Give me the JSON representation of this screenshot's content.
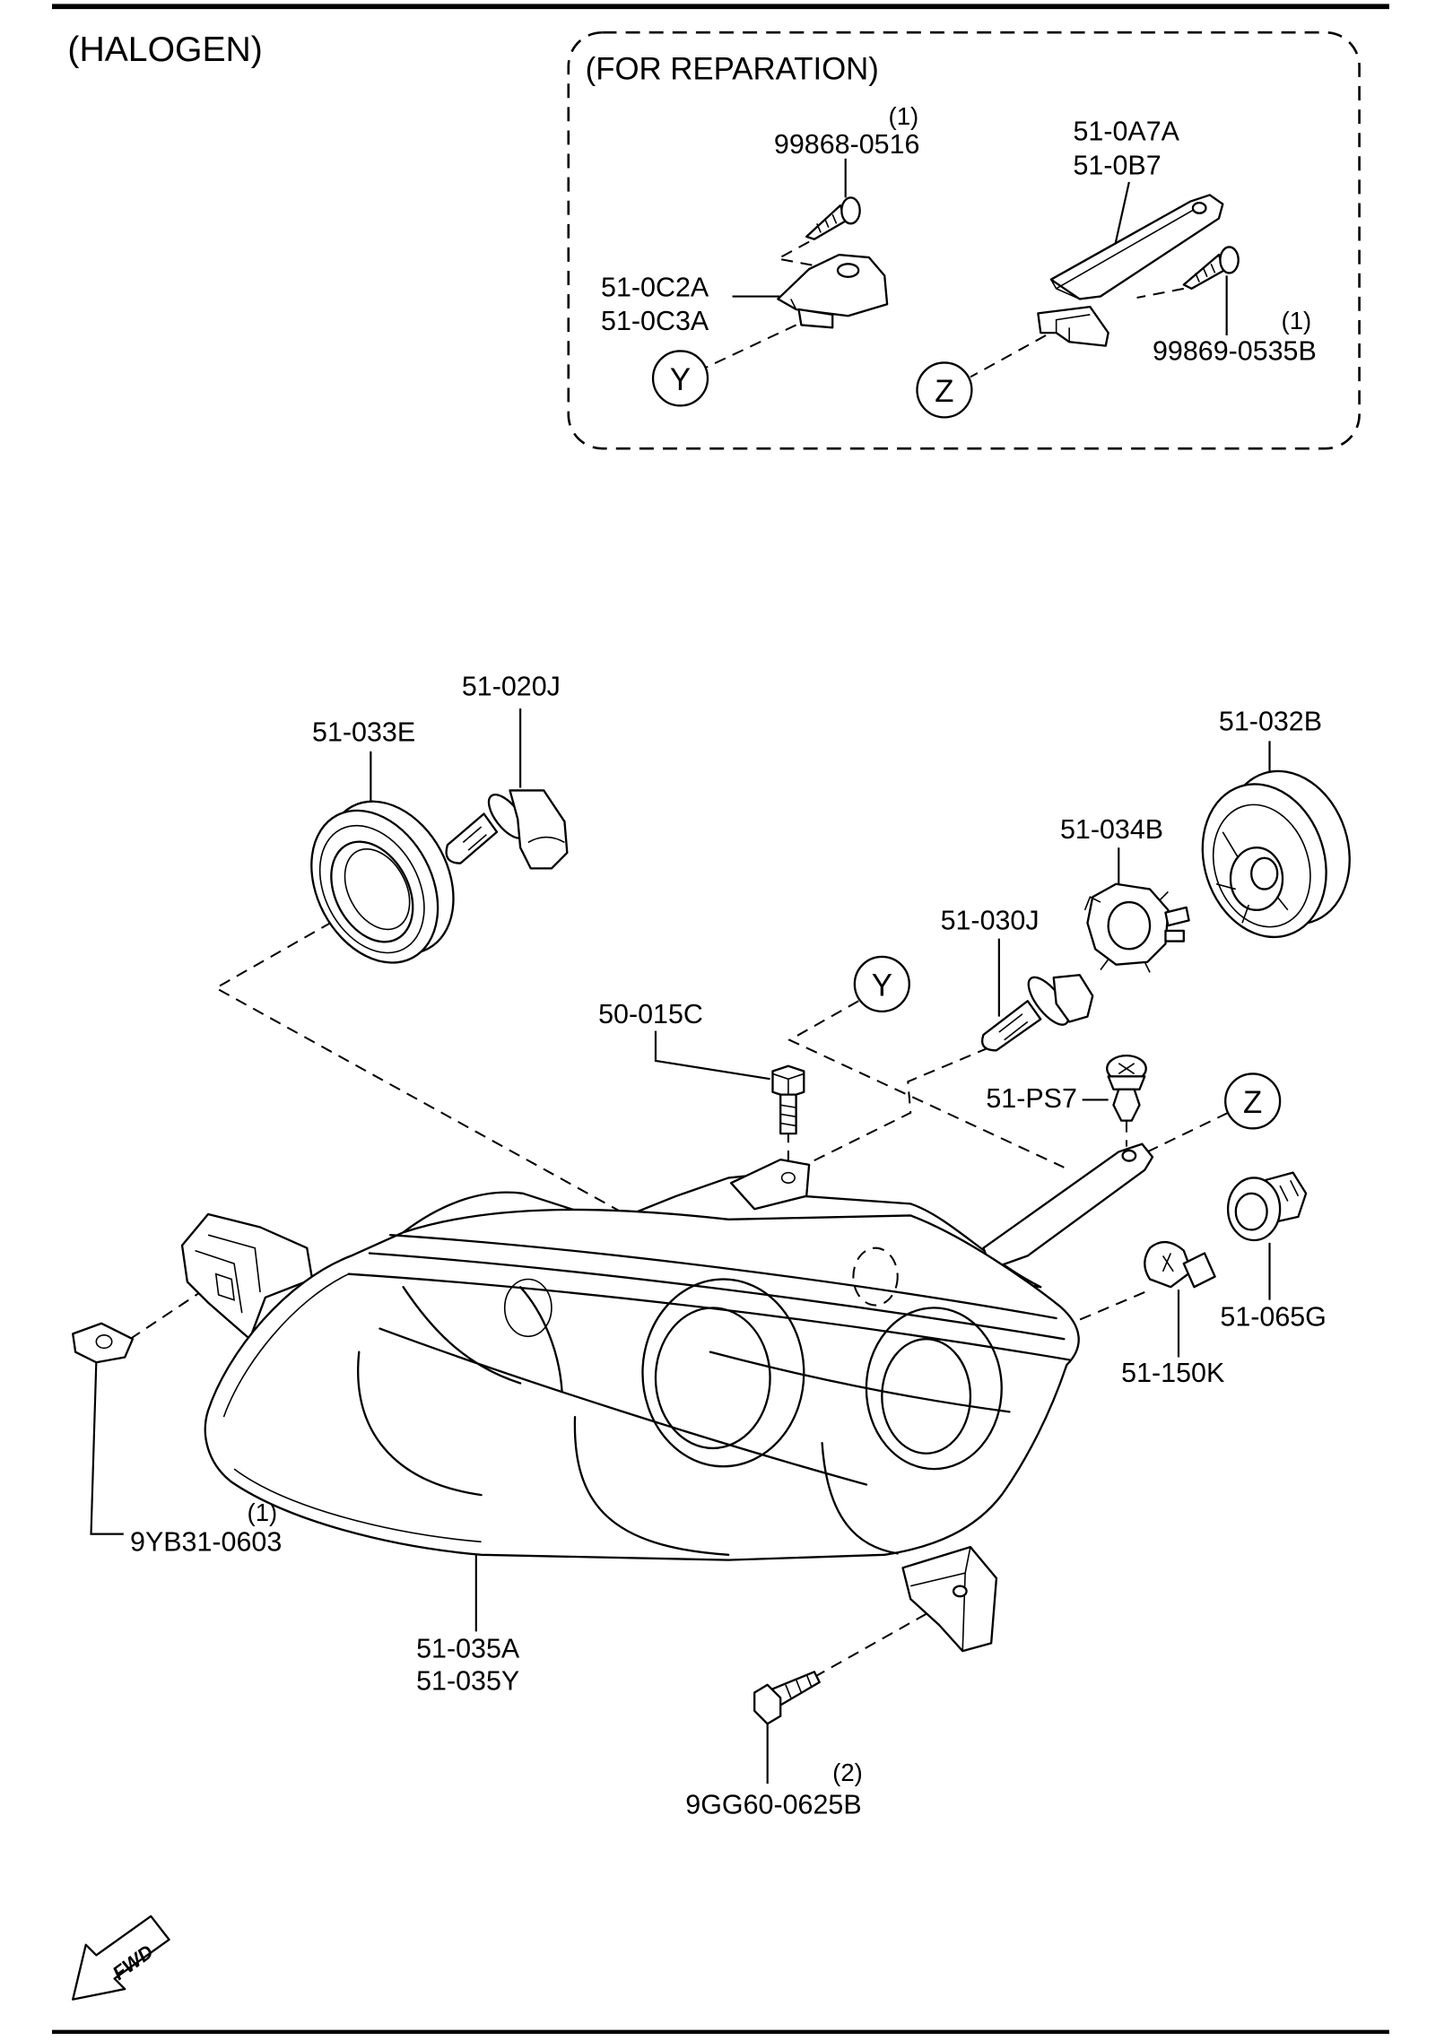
{
  "header": {
    "variant_label": "(HALOGEN)"
  },
  "kit": {
    "title": "(FOR REPARATION)",
    "screw_a": {
      "number": "99868-0516",
      "qty": "(1)"
    },
    "bracket_a": [
      "51-0C2A",
      "51-0C3A"
    ],
    "bracket_b": [
      "51-0A7A",
      "51-0B7"
    ],
    "screw_b": {
      "number": "99869-0535B",
      "qty": "(1)"
    },
    "callout_y": "Y",
    "callout_z": "Z"
  },
  "assembly": {
    "bulb_low": "51-020J",
    "seal": "51-033E",
    "cap": "51-032B",
    "socket_high": "51-034B",
    "bulb_high": "51-030J",
    "callout_y": "Y",
    "bolt": "50-015C",
    "clip": "51-PS7",
    "callout_z": "Z",
    "socket_side": "51-065G",
    "bulb_side": "51-150K",
    "clip_bracket": {
      "number": "9YB31-0603",
      "qty": "(1)"
    },
    "headlamp": [
      "51-035A",
      "51-035Y"
    ],
    "screw_bottom": {
      "number": "9GG60-0625B",
      "qty": "(2)"
    },
    "direction": "FWD"
  }
}
